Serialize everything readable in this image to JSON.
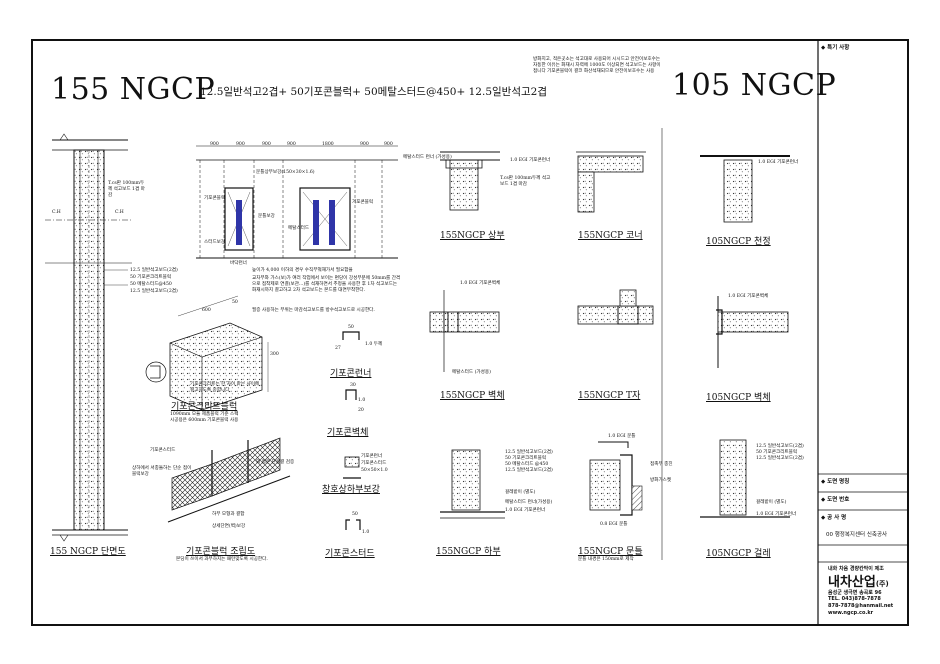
{
  "header": {
    "title_155": "155 NGCP",
    "subtitle_155": "12.5일반석고2겹+ 50기포콘블럭+ 50메탈스터드@450+ 12.5일반석고2겹",
    "title_105": "105 NGCP",
    "top_note": "방화지고, 적은곳소는 석고대로 사용되어 시시드고 안전이보호수는 자동한 이유는 화재시 자력에 1000도 이상되면 석고보드는 사항이 접니다 기포콘블럭이 결코 화산석재되므로 안전이보호수는 사용"
  },
  "dimensions_top": [
    "900",
    "900",
    "900",
    "900",
    "1800",
    "900",
    "900"
  ],
  "section_155": {
    "label": "155 NGCP 단면도",
    "cut_left": "C.H",
    "cut_right": "C.H",
    "note_top": "T.cs판 100mm두께 석고보드 1겹 마감",
    "layers": [
      "12.5 일반석고보드(2겹)",
      "50 기포콘크리트블럭",
      "50 메탈스터드@450",
      "12.5 일반석고보드(2겹)"
    ]
  },
  "elevation": {
    "notes": [
      "문틀상부보강(150×30×1.6)",
      "기포콘블럭",
      "문틀보강",
      "기포콘블럭",
      "메탈스터드",
      "스터드보강",
      "바닥런너"
    ],
    "bullets": [
      "높이가 4,000 이하의 경우 수직부엌재가서 필요함을",
      "교차부와 가스(보)가 여러 작업에서 보이는 편당이 강성부분에 50mm를 간격으로 접착제로 연결(보관...)를 석재하면서 추정을 사용한 후 1차 석고보드는 화재시까지 결고하고 2차 석고보드는 본드를 대면부착한다.",
      "필증 사용하는 부위는 마감석고보드를 방수석고보드로 시공한다."
    ]
  },
  "block_detail": {
    "dim_top": "600",
    "dim_side": "300",
    "dim_small": "50",
    "note": "기포콘크리트는 한 자이 마는 사이에 결고하도록 중합니다",
    "label": "기포콘크리트블럭",
    "caption": "1090mm 모듈 제품블럭 기준 스펙",
    "caption2": "시공용은 600mm 기포콘블럭 사용"
  },
  "profiles": {
    "runner": {
      "label": "기포콘런너",
      "dim_w": "50",
      "dim_h": "27",
      "thk": "1.0 두께"
    },
    "wall": {
      "label": "기포콘벽체",
      "dim_w": "30",
      "dim_h": "20",
      "thk": "1.0"
    },
    "window": {
      "label": "창호상하부보강",
      "notes": [
        "기포콘런너",
        "기포콘스터드",
        "50×50×1.0"
      ]
    },
    "stud": {
      "label": "기포콘스터드",
      "dim_w": "50",
      "thk": "1.0"
    }
  },
  "assembly": {
    "label": "기포콘블럭 조립도",
    "notes": [
      "기포콘스터드",
      "상하에서 서충돌하는 단순 접이블럭보강",
      "외 접은 단용결 검증",
      "하부 모형과 결합",
      "상세단면(벽)보강"
    ],
    "caption": "본딩이 쓰이서 과부하지는 패턴맞도록 시공한다."
  },
  "details": [
    {
      "label": "155NGCP 상부",
      "notes": [
        "메탈스터드 런너 (가성용)",
        "1.0 EGI 기포콘런너",
        "T.cs판 100mm두께 석고보드 1겹 마감"
      ]
    },
    {
      "label": "155NGCP 코너",
      "notes": []
    },
    {
      "label": "155NGCP 벽체",
      "notes": [
        "1.0 EGI 기포콘벽체",
        "메탈스터드 (가성용)"
      ]
    },
    {
      "label": "155NGCP T자",
      "notes": []
    },
    {
      "label": "155NGCP 하부",
      "notes": [
        "12.5 일반석고보드(2겹)",
        "50 기포콘크리트블럭",
        "50 메탈스터드 @450",
        "12.5 일반석고보드(2겹)",
        "걸레받이 (별도)",
        "메탈스터드 런너(가성용)",
        "1.0 EGI 기포콘런너"
      ]
    },
    {
      "label": "155NGCP 문틀",
      "notes": [
        "1.0 EGI 문틀",
        "접촉부 충진",
        "방화가스켓",
        "0.8 EGI 문틀"
      ],
      "caption": "문틀 내경은 150mm로 제작"
    }
  ],
  "details_105": [
    {
      "label": "105NGCP 천정",
      "notes": [
        "1.0 EGI 기포콘런너"
      ]
    },
    {
      "label": "105NGCP 벽체",
      "notes": [
        "1.0 EGI 기포콘벽체"
      ]
    },
    {
      "label": "105NGCP 걸레",
      "notes": [
        "12.5 일반석고보드(2겹)",
        "50 기포콘크리트블럭",
        "12.5 일반석고보드(2겹)",
        "걸레받이 (별도)",
        "1.0 EGI 기포콘런너"
      ]
    }
  ],
  "title_block": {
    "notes_head": "◆ 특기 사항",
    "drawing_name_head": "◆ 도면 명칭",
    "drawing_no_head": "◆ 도면 번호",
    "project_head": "◆ 공 사 명",
    "project_name": "00 행정복지센터 신축공사",
    "company_tagline": "내화 차음 경량칸막이 제조",
    "company_name": "내차산업",
    "company_mark": "(주)",
    "address": "음성군 생극면 송곡로 96",
    "tel": "TEL. 043)878-7878",
    "email": "878-7878@hanmail.net",
    "website": "www.ngcp.co.kr"
  }
}
